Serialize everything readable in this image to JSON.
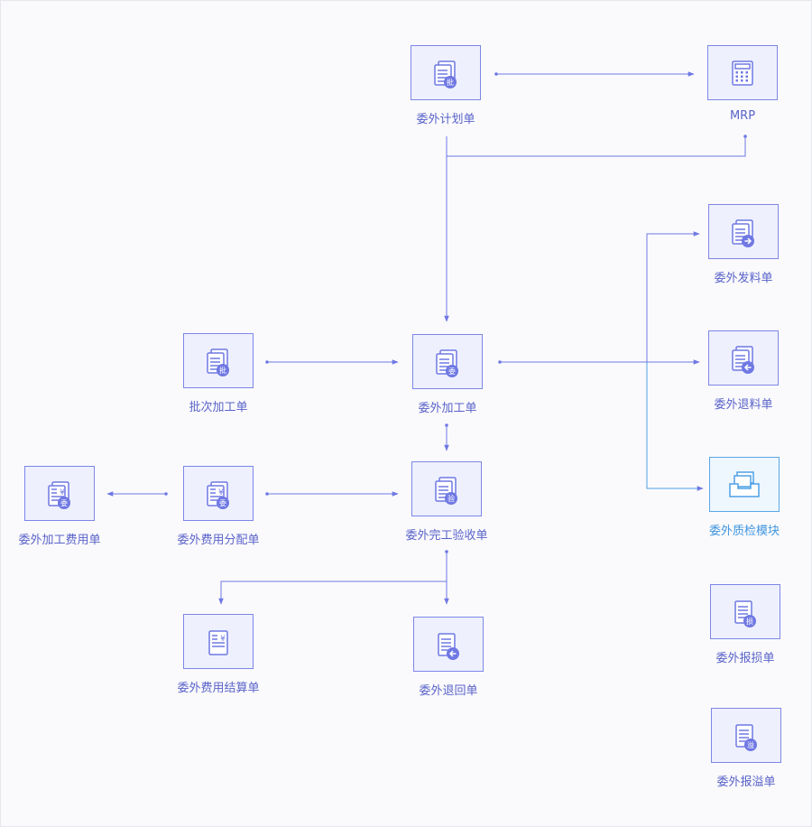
{
  "colors": {
    "line": "#6f78e3",
    "qc_line": "#4ea0e6",
    "icon": "#6f78e3",
    "icon_qc": "#4ea0e6"
  },
  "nodes": {
    "plan": {
      "label": "委外计划单",
      "icon": "doc-stack-badge-icon",
      "badge": "批"
    },
    "mrp": {
      "label": "MRP",
      "icon": "calculator-icon"
    },
    "issue": {
      "label": "委外发料单",
      "icon": "doc-stack-arrow-right-icon"
    },
    "return_mat": {
      "label": "委外退料单",
      "icon": "doc-stack-arrow-left-icon"
    },
    "qc": {
      "label": "委外质检模块",
      "icon": "inbox-tray-icon"
    },
    "batch": {
      "label": "批次加工单",
      "icon": "doc-stack-badge-icon",
      "badge": "批"
    },
    "order": {
      "label": "委外加工单",
      "icon": "doc-stack-badge-icon",
      "badge": "委"
    },
    "accept": {
      "label": "委外完工验收单",
      "icon": "doc-stack-badge-icon",
      "badge": "验"
    },
    "fee": {
      "label": "委外加工费用单",
      "icon": "yen-doc-stack-icon",
      "badge": "委"
    },
    "alloc": {
      "label": "委外费用分配单",
      "icon": "yen-doc-stack-icon",
      "badge": "委"
    },
    "settle": {
      "label": "委外费用结算单",
      "icon": "yen-doc-icon"
    },
    "return_goods": {
      "label": "委外退回单",
      "icon": "doc-arrow-left-icon"
    },
    "loss": {
      "label": "委外报损单",
      "icon": "doc-badge-icon",
      "badge": "损"
    },
    "overflow": {
      "label": "委外报溢单",
      "icon": "doc-badge-icon",
      "badge": "溢"
    }
  }
}
